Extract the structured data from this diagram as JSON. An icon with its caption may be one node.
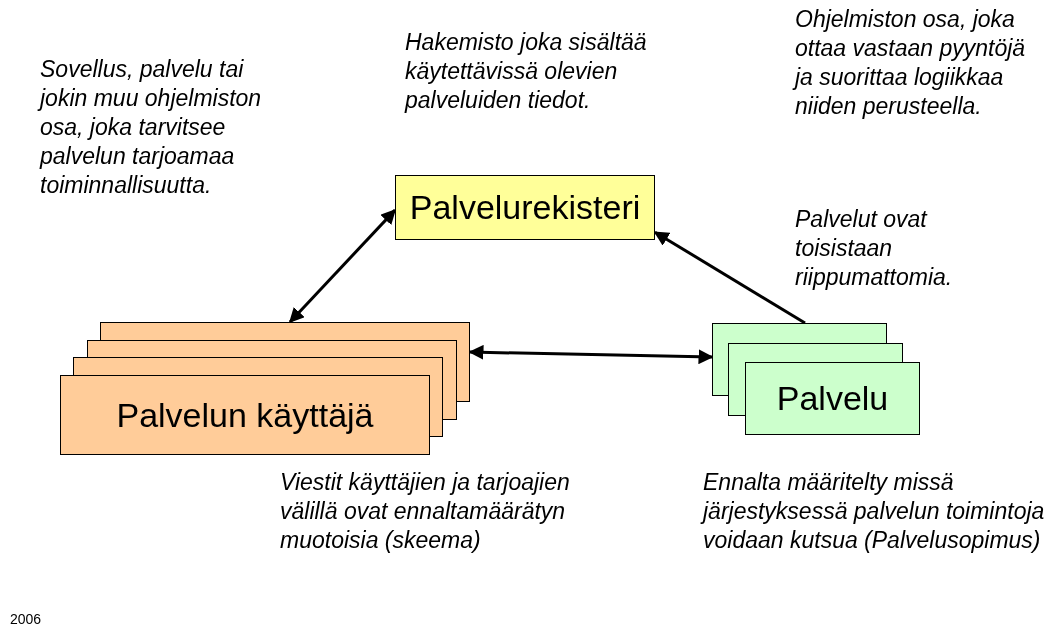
{
  "diagram": {
    "nodes": [
      {
        "text": [
          "Palvelurekisteri"
        ]
      },
      {
        "text": [
          "Palvelun käyttäjä"
        ]
      },
      {
        "text": [
          "Palvelu"
        ]
      }
    ],
    "edges": [
      {
        "from": 0,
        "to": 1,
        "arrow": "both"
      },
      {
        "from": 1,
        "to": 2,
        "arrow": "both"
      },
      {
        "from": 2,
        "to": 0,
        "arrow": "to"
      }
    ],
    "labels": [
      "Sovellus, palvelu tai jokin muu ohjelmiston osa, joka tarvitsee palvelun tarjoamaa toiminnallisuutta.",
      "Hakemisto joka sisältää käytettävissä olevien palveluiden tiedot.",
      "Ohjelmiston osa, joka ottaa vastaan pyyntöjä ja suorittaa logiikkaa niiden perusteella.",
      "Palvelut ovat toisistaan riippumattomia.",
      "Viestit käyttäjien ja tarjoajien välillä ovat ennaltamäärätyn muotoisia (skeema)",
      "Ennalta määritelty missä järjestyksessä palvelun toimintoja voidaan kutsua (Palvelusopimus)",
      "2006"
    ]
  }
}
